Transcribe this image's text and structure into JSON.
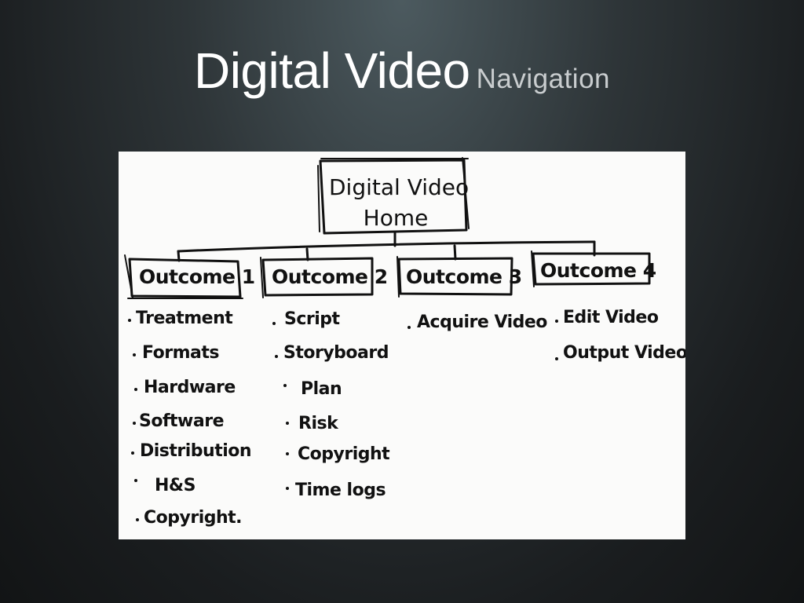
{
  "slide": {
    "title_main": "Digital Video",
    "title_sub": "Navigation"
  },
  "diagram": {
    "home": {
      "line1": "Digital Video",
      "line2": "Home"
    },
    "outcomes": [
      {
        "label": "Outcome 1",
        "items": [
          "Treatment",
          "Formats",
          "Hardware",
          "Software",
          "Distribution",
          "H&S",
          "Copyright."
        ]
      },
      {
        "label": "Outcome 2",
        "items": [
          "Script",
          "Storyboard",
          "Plan",
          "Risk",
          "Copyright",
          "Time logs"
        ]
      },
      {
        "label": "Outcome 3",
        "items": [
          "Acquire Video"
        ]
      },
      {
        "label": "Outcome 4",
        "items": [
          "Edit Video",
          "Output Video"
        ]
      }
    ]
  }
}
